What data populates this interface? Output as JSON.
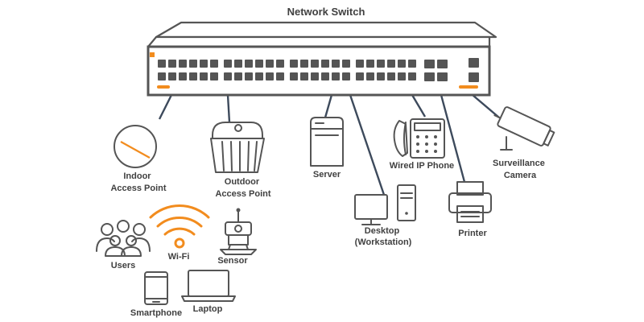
{
  "title": "Network Switch",
  "colors": {
    "outline": "#555555",
    "accent": "#f28c1e",
    "wire": "#3d4a5c",
    "label": "#404040"
  },
  "devices": {
    "indoor_ap": {
      "line1": "Indoor",
      "line2": "Access Point",
      "icon": "indoor-access-point-icon"
    },
    "outdoor_ap": {
      "line1": "Outdoor",
      "line2": "Access Point",
      "icon": "outdoor-access-point-icon"
    },
    "server": {
      "label": "Server",
      "icon": "server-icon"
    },
    "desktop": {
      "line1": "Desktop",
      "line2": "(Workstation)",
      "icon": "desktop-icon"
    },
    "ip_phone": {
      "label": "Wired IP Phone",
      "icon": "ip-phone-icon"
    },
    "printer": {
      "label": "Printer",
      "icon": "printer-icon"
    },
    "camera": {
      "line1": "Surveillance",
      "line2": "Camera",
      "icon": "camera-icon"
    }
  },
  "clients": {
    "users": {
      "label": "Users",
      "icon": "users-icon"
    },
    "wifi": {
      "label": "Wi-Fi",
      "icon": "wifi-icon"
    },
    "sensor": {
      "label": "Sensor",
      "icon": "sensor-icon"
    },
    "smartphone": {
      "label": "Smartphone",
      "icon": "smartphone-icon"
    },
    "laptop": {
      "label": "Laptop",
      "icon": "laptop-icon"
    }
  }
}
